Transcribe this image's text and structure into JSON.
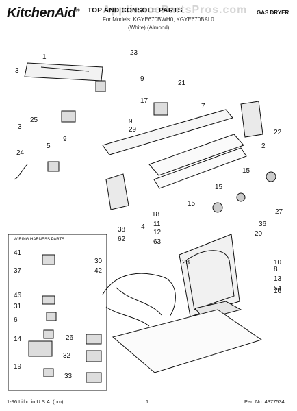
{
  "header": {
    "brand": "KitchenAid",
    "brand_mark": "®",
    "watermark": "AppliancePartsPros.com",
    "title": "TOP AND CONSOLE PARTS",
    "model_line": "For Models: KGYE670BWH0, KGYE670BAL0",
    "variants_line": "(White)          (Almond)",
    "appliance_type": "GAS DRYER"
  },
  "wiring_box": {
    "title": "WIRING HARNESS PARTS"
  },
  "callouts": [
    "1",
    "23",
    "9",
    "17",
    "21",
    "3",
    "7",
    "25",
    "9",
    "29",
    "3",
    "22",
    "24",
    "5",
    "9",
    "2",
    "15",
    "15",
    "15",
    "27",
    "18",
    "4",
    "36",
    "20",
    "11",
    "38",
    "12",
    "62",
    "63",
    "10",
    "30",
    "28",
    "8",
    "42",
    "13",
    "54",
    "16",
    "41",
    "37",
    "46",
    "31",
    "6",
    "14",
    "26",
    "32",
    "19",
    "33"
  ],
  "footer": {
    "left": "1-96 Litho in U.S.A. (pm)",
    "center": "1",
    "right": "Part No. 4377534"
  },
  "colors": {
    "ink": "#111111",
    "paper": "#ffffff",
    "watermark": "#a0a0a0"
  }
}
